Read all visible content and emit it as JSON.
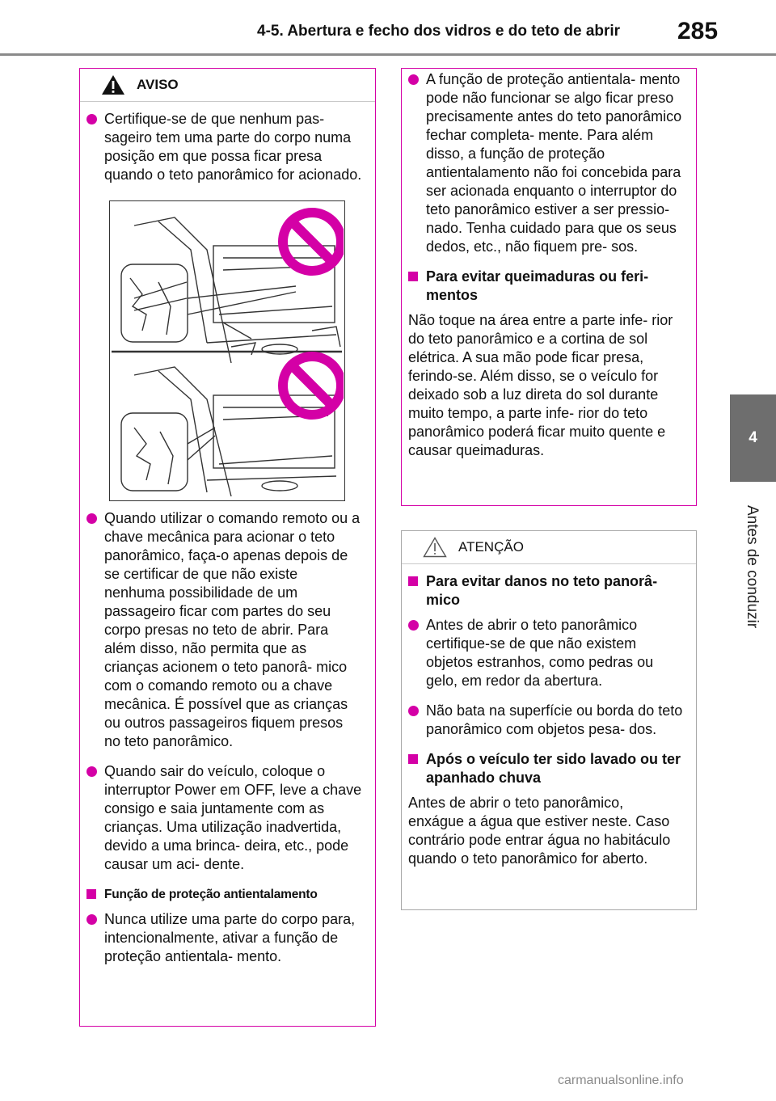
{
  "header": {
    "section_title": "4-5. Abertura e fecho dos vidros e do teto de abrir",
    "page_number": "285"
  },
  "side_tab": {
    "chapter_number": "4",
    "chapter_title": "Antes de conduzir"
  },
  "warning_box": {
    "title": "AVISO",
    "item1": "Certifique-se de que nenhum pas- sageiro tem uma parte do corpo numa posição em que possa ficar presa quando o teto panorâmico for acionado.",
    "item2": "Quando utilizar o comando remoto ou a chave mecânica para acionar o teto panorâmico, faça-o apenas depois de se certificar de que não existe nenhuma possibilidade de um passageiro ficar com partes do seu corpo presas no teto de abrir. Para além disso, não permita que as crianças acionem o teto panorâ- mico com o comando remoto ou a chave mecânica. É possível que as crianças ou outros passageiros fiquem presos no teto panorâmico.",
    "item3": "Quando sair do veículo, coloque o interruptor Power em OFF, leve a chave consigo e saia juntamente com as crianças. Uma utilização inadvertida, devido a uma brinca- deira, etc., pode causar um aci- dente.",
    "sub1": "Função de proteção antientalamento",
    "item4": "Nunca utilize uma parte do corpo para, intencionalmente, ativar a função de proteção antientala- mento.",
    "item5": "A função de proteção antientala- mento pode não funcionar se algo ficar preso precisamente antes do teto panorâmico fechar completa- mente. Para além disso, a função de proteção antientalamento não foi concebida para ser acionada enquanto o interruptor do teto panorâmico estiver a ser pressio- nado. Tenha cuidado para que os seus dedos, etc., não fiquem pre- sos.",
    "sub2": "Para evitar queimaduras ou feri- mentos",
    "para1": "Não toque na área entre a parte infe- rior do teto panorâmico e a cortina de sol elétrica. A sua mão pode ficar presa, ferindo-se. Além disso, se o veículo for deixado sob a luz direta do sol durante muito tempo, a parte infe- rior do teto panorâmico poderá ficar muito quente e causar queimaduras."
  },
  "caution_box": {
    "title": "ATENÇÃO",
    "sub1": "Para evitar danos no teto panorâ- mico",
    "item1": "Antes de abrir o teto panorâmico certifique-se de que não existem objetos estranhos, como pedras ou gelo, em redor da abertura.",
    "item2": "Não bata na superfície ou borda do teto panorâmico com objetos pesa- dos.",
    "sub2": "Após o veículo ter sido lavado ou ter apanhado chuva",
    "para1": "Antes de abrir o teto panorâmico, enxágue a água que estiver neste. Caso contrário pode entrar água no habitáculo quando o teto panorâmico for aberto."
  },
  "footer": {
    "watermark": "carmanualsonline.info"
  },
  "colors": {
    "warning_accent": "#d400a6",
    "caution_border": "#a8a8a8",
    "tab_gray": "#6e6e6e"
  },
  "icons": {
    "warning": "warning-triangle-icon",
    "prohibited": "prohibited-icon"
  }
}
